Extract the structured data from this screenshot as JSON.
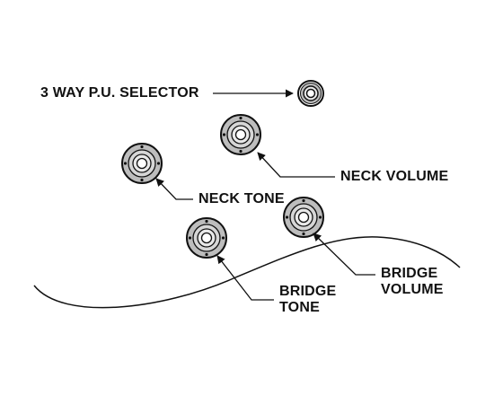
{
  "labels": {
    "selector": "3 WAY P.U. SELECTOR",
    "neck_volume": "NECK VOLUME",
    "neck_tone": "NECK TONE",
    "bridge_volume_line1": "BRIDGE",
    "bridge_volume_line2": "VOLUME",
    "bridge_tone_line1": "BRIDGE",
    "bridge_tone_line2": "TONE"
  },
  "colors": {
    "ink": "#111111",
    "knob_fill": "#bdbdbd",
    "knob_center": "#e9e9e9",
    "background": "#ffffff"
  }
}
